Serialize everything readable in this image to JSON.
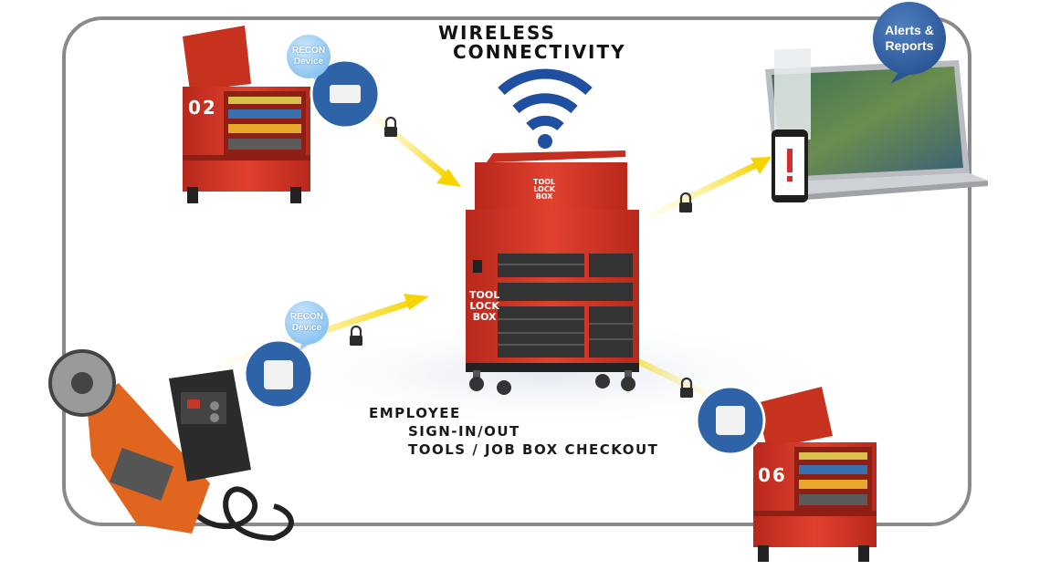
{
  "title": {
    "line1": "WIRELESS",
    "line2": "CONNECTIVITY"
  },
  "employee": {
    "line1": "EMPLOYEE",
    "line2": "SIGN-IN/OUT",
    "line3": "TOOLS / JOB BOX CHECKOUT"
  },
  "recon_label": {
    "line1": "RECON",
    "line2": "Device"
  },
  "alerts_label": {
    "line1": "Alerts &",
    "line2": "Reports"
  },
  "job_boxes": [
    {
      "number": "02"
    },
    {
      "number": "06"
    }
  ],
  "toollockbox": {
    "line1": "TOOL",
    "line2": "LOCK",
    "line3": "BOX"
  },
  "colors": {
    "border": "#8a8a8a",
    "arrow": "#f5d400",
    "device_blue": "#2f63a8",
    "wifi_blue": "#1f4fa0",
    "toolbox_red": "#d83a2a",
    "drawer_dark": "#333333"
  },
  "icons": [
    "wifi-icon",
    "padlock-icon",
    "recon-device-icon",
    "alert-exclamation-icon"
  ]
}
